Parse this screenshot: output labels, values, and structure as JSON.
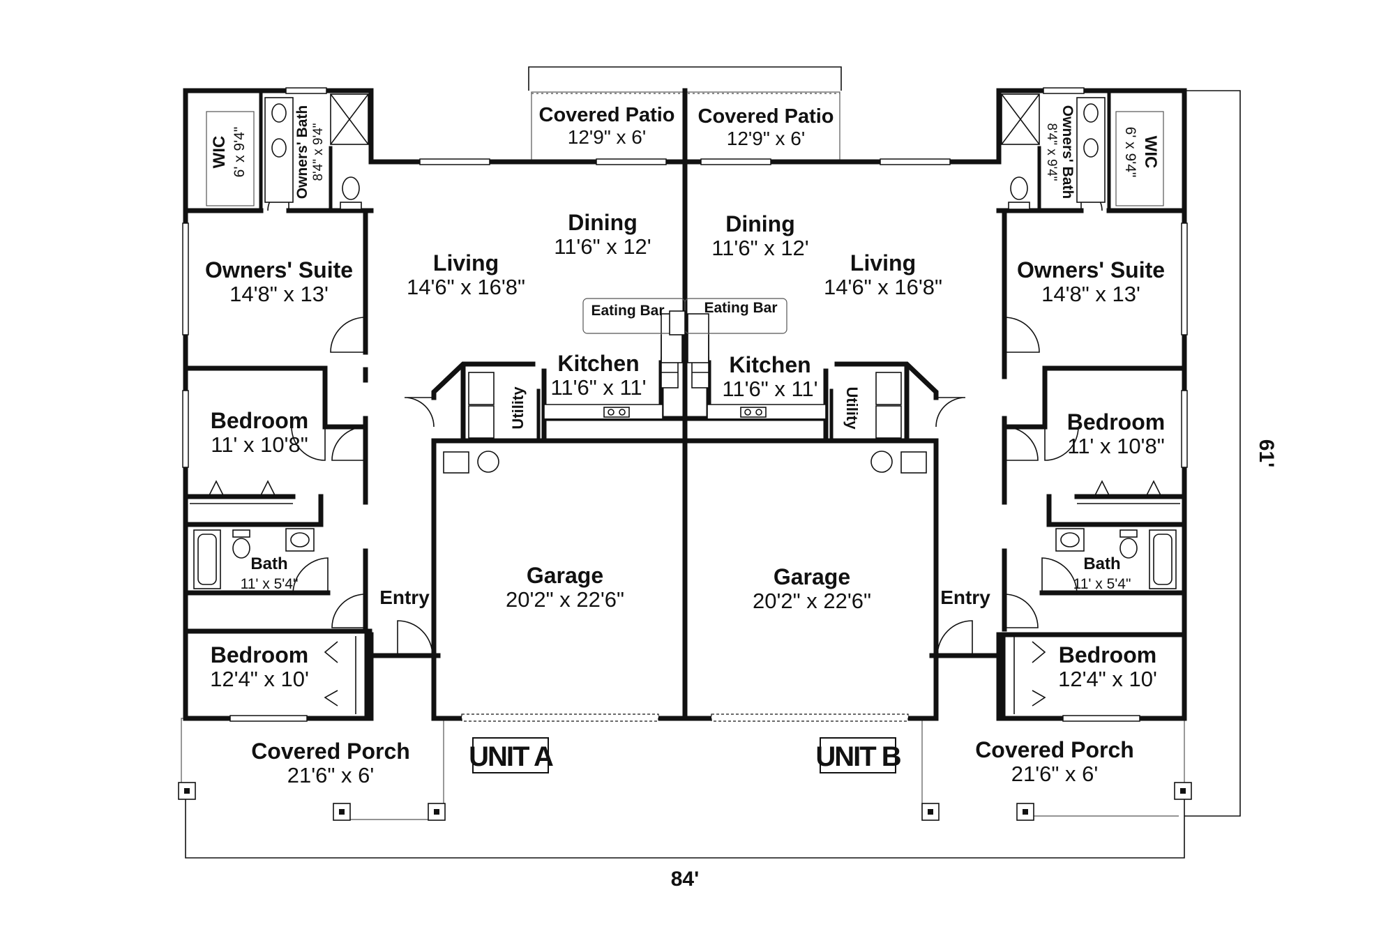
{
  "units": {
    "a": {
      "label": "UNIT A",
      "wic": {
        "name": "WIC",
        "dim": "6' x 9'4\""
      },
      "owners_bath": {
        "name": "Owners' Bath",
        "dim": "8'4\" x 9'4\""
      },
      "owners_suite": {
        "name": "Owners' Suite",
        "dim": "14'8\" x 13'"
      },
      "living": {
        "name": "Living",
        "dim": "14'6\" x 16'8\""
      },
      "dining": {
        "name": "Dining",
        "dim": "11'6\" x 12'"
      },
      "eating_bar": {
        "name": "Eating Bar"
      },
      "kitchen": {
        "name": "Kitchen",
        "dim": "11'6\" x 11'"
      },
      "utility": {
        "name": "Utility"
      },
      "covered_patio": {
        "name": "Covered Patio",
        "dim": "12'9\" x 6'"
      },
      "bedroom_1": {
        "name": "Bedroom",
        "dim": "11' x 10'8\""
      },
      "bath": {
        "name": "Bath",
        "dim": "11' x 5'4\""
      },
      "bedroom_2": {
        "name": "Bedroom",
        "dim": "12'4\" x 10'"
      },
      "entry": {
        "name": "Entry"
      },
      "garage": {
        "name": "Garage",
        "dim": "20'2\" x 22'6\""
      },
      "covered_porch": {
        "name": "Covered Porch",
        "dim": "21'6\" x 6'"
      }
    },
    "b": {
      "label": "UNIT B",
      "wic": {
        "name": "WIC",
        "dim": "6' x 9'4\""
      },
      "owners_bath": {
        "name": "Owners' Bath",
        "dim": "8'4\" x 9'4\""
      },
      "owners_suite": {
        "name": "Owners' Suite",
        "dim": "14'8\" x 13'"
      },
      "living": {
        "name": "Living",
        "dim": "14'6\" x 16'8\""
      },
      "dining": {
        "name": "Dining",
        "dim": "11'6\" x 12'"
      },
      "eating_bar": {
        "name": "Eating Bar"
      },
      "kitchen": {
        "name": "Kitchen",
        "dim": "11'6\" x 11'"
      },
      "utility": {
        "name": "Utility"
      },
      "covered_patio": {
        "name": "Covered Patio",
        "dim": "12'9\" x 6'"
      },
      "bedroom_1": {
        "name": "Bedroom",
        "dim": "11' x 10'8\""
      },
      "bath": {
        "name": "Bath",
        "dim": "11' x 5'4\""
      },
      "bedroom_2": {
        "name": "Bedroom",
        "dim": "12'4\" x 10'"
      },
      "entry": {
        "name": "Entry"
      },
      "garage": {
        "name": "Garage",
        "dim": "20'2\" x 22'6\""
      },
      "covered_porch": {
        "name": "Covered Porch",
        "dim": "21'6\" x 6'"
      }
    }
  },
  "dimensions": {
    "overall_width": "84'",
    "overall_depth": "61'"
  }
}
